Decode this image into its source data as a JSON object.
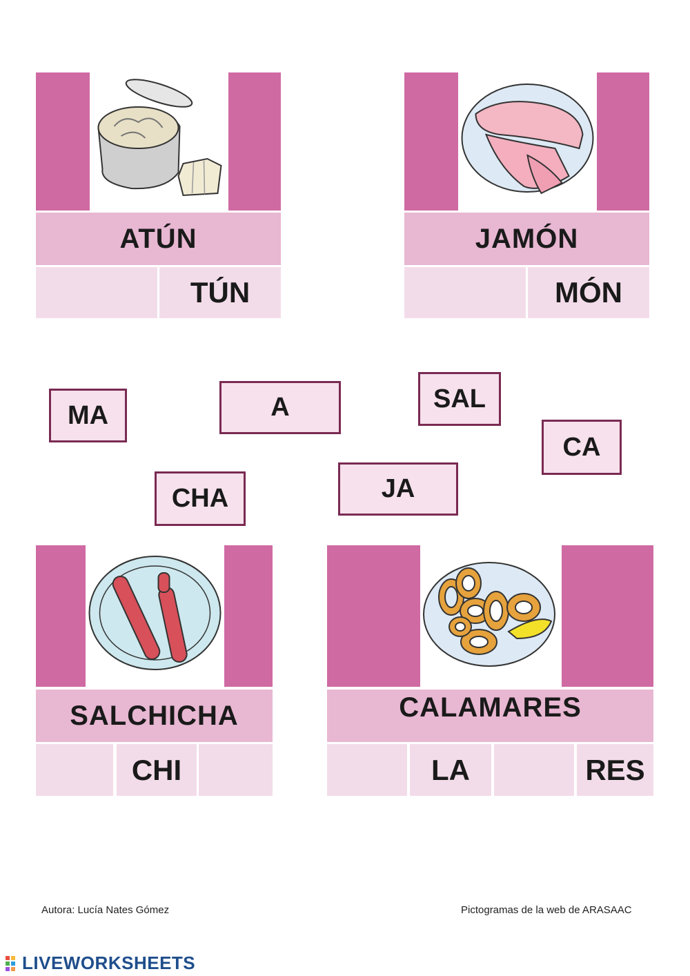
{
  "cards": {
    "atun": {
      "word": "ATÚN",
      "slots": [
        "",
        "TÚN"
      ],
      "image": "canned-tuna-icon"
    },
    "jamon": {
      "word": "JAMÓN",
      "slots": [
        "",
        "MÓN"
      ],
      "image": "ham-plate-icon"
    },
    "salchicha": {
      "word": "SALCHICHA",
      "slots": [
        "",
        "CHI",
        ""
      ],
      "image": "sausage-plate-icon"
    },
    "calamares": {
      "word": "CALAMARES",
      "slots": [
        "",
        "LA",
        "",
        "RES"
      ],
      "image": "squid-rings-plate-icon"
    }
  },
  "tiles": [
    "MA",
    "A",
    "SAL",
    "CA",
    "CHA",
    "JA"
  ],
  "footer": {
    "author": "Autora: Lucía Nates Gómez",
    "credit": "Pictogramas de la web de ARASAAC",
    "brand": "LIVEWORKSHEETS"
  },
  "colors": {
    "side": "#cf6aa3",
    "word_bg": "#e8b7d2",
    "slot_bg": "#f3dce9",
    "tile_border": "#7a2a52",
    "brand": "#1f4e8c"
  }
}
